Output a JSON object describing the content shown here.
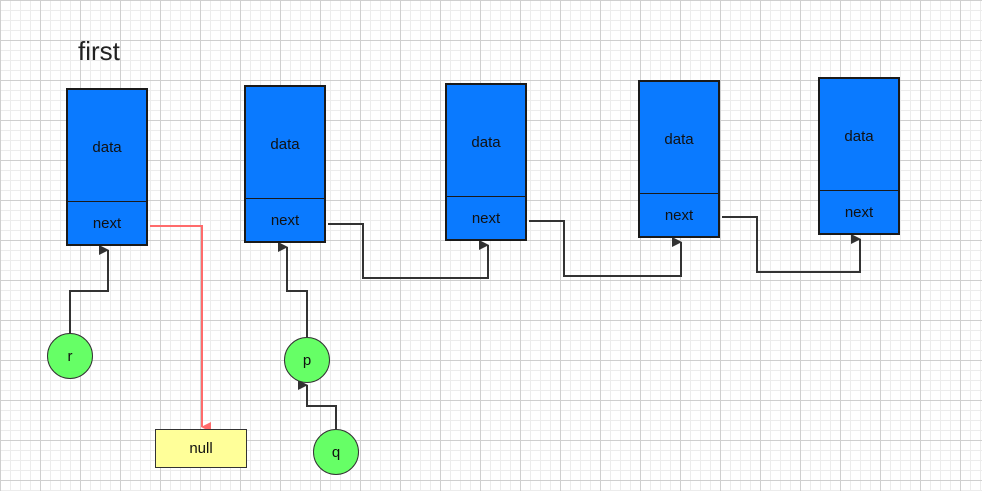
{
  "title": "first",
  "nodes": [
    {
      "data_label": "data",
      "next_label": "next"
    },
    {
      "data_label": "data",
      "next_label": "next"
    },
    {
      "data_label": "data",
      "next_label": "next"
    },
    {
      "data_label": "data",
      "next_label": "next"
    },
    {
      "data_label": "data",
      "next_label": "next"
    }
  ],
  "pointers": {
    "r": "r",
    "p": "p",
    "q": "q"
  },
  "null_label": "null",
  "colors": {
    "node_fill": "#0a7aff",
    "pointer_fill": "#66ff66",
    "null_fill": "#ffff99",
    "null_link": "#ff6b6b",
    "link": "#333333"
  }
}
